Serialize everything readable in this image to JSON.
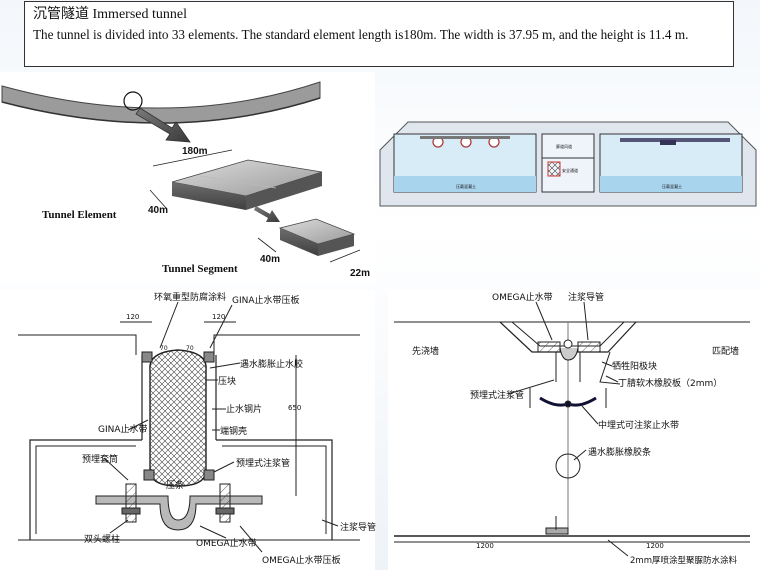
{
  "header": {
    "title_zh": "沉管隧道",
    "title_en": "Immersed tunnel",
    "description": "The tunnel is divided into 33 elements. The standard element length is180m.  The width is 37.95 m, and the height is 11.4 m."
  },
  "element_figure": {
    "length_label": "180m",
    "element_width_label": "40m",
    "element_caption": "Tunnel Element",
    "segment_width_label": "40m",
    "segment_length_label": "22m",
    "segment_caption": "Tunnel Segment"
  },
  "cross_section": {
    "center_top_label": "廊道风道",
    "center_mid_label": "安全通道",
    "left_floor_label": "压载混凝土",
    "right_floor_label": "压载混凝土"
  },
  "joint_left": {
    "dim_left": "120",
    "dim_right": "120",
    "dim_70_left": "70",
    "dim_70_right": "70",
    "dim_vertical": "650",
    "label_coating": "环氧重型防腐涂料",
    "label_gina_plate": "GINA止水带压板",
    "label_swell": "遇水膨胀止水胶",
    "label_block": "压块",
    "label_steel_strip": "止水钢片",
    "label_end_shell": "端钢壳",
    "label_gina": "GINA止水带",
    "label_sleeve": "预埋套筒",
    "label_grout_pipe": "预埋式注浆管",
    "label_press_strip": "压条",
    "label_bolt": "双头螺柱",
    "label_omega": "OMEGA止水带",
    "label_omega_plate": "OMEGA止水带压板",
    "label_grout_guide": "注浆导管"
  },
  "joint_right": {
    "label_omega": "OMEGA止水带",
    "label_grout_guide": "注浆导管",
    "label_first_wall": "先浇墙",
    "label_second_wall": "匹配墙",
    "label_sacrifice": "牺牲阳极块",
    "label_rubber_board": "丁腈软木橡胶板（2mm）",
    "label_grout_pipe": "预埋式注浆管",
    "label_middle_band": "中埋式可注浆止水带",
    "label_swell_band": "遇水膨胀橡胶条",
    "dim_left": "1200",
    "dim_right": "1200",
    "label_coating": "2mm厚喷涂型聚脲防水涂料"
  }
}
